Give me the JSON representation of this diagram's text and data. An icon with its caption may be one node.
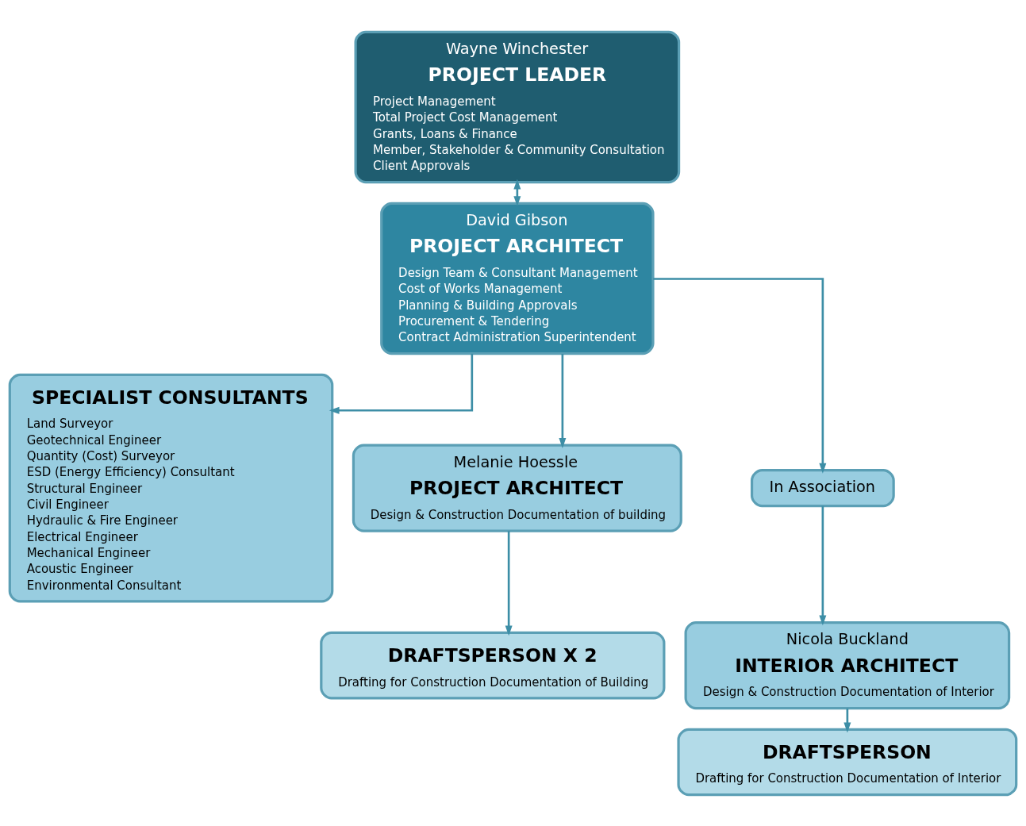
{
  "diagram": {
    "nodes": [
      {
        "text": [
          "Wayne Winchester",
          "PROJECT LEADER",
          "Project Management",
          "Total Project Cost Management",
          "Grants, Loans & Finance",
          "Member, Stakeholder & Community Consultation",
          "Client Approvals"
        ]
      },
      {
        "text": [
          "David Gibson",
          "PROJECT ARCHITECT",
          "Design Team & Consultant Management",
          "Cost of Works Management",
          "Planning & Building Approvals",
          "Procurement & Tendering",
          "Contract Administration Superintendent"
        ]
      },
      {
        "text": [
          "SPECIALIST CONSULTANTS",
          "Land Surveyor",
          "Geotechnical Engineer",
          "Quantity (Cost) Surveyor",
          "ESD (Energy Efficiency) Consultant",
          "Structural Engineer",
          "Civil Engineer",
          "Hydraulic & Fire Engineer",
          "Electrical Engineer",
          "Mechanical Engineer",
          "Acoustic Engineer",
          "Environmental Consultant"
        ]
      },
      {
        "text": [
          "Melanie Hoessle",
          "PROJECT ARCHITECT",
          "Design & Construction Documentation of building"
        ]
      },
      {
        "text": [
          "In Association"
        ]
      },
      {
        "text": [
          "Nicola Buckland",
          "INTERIOR ARCHITECT",
          "Design & Construction Documentation of Interior"
        ]
      },
      {
        "text": [
          "DRAFTSPERSON X 2",
          "Drafting for Construction Documentation of Building"
        ]
      },
      {
        "text": [
          "DRAFTSPERSON",
          "Drafting for Construction Documentation of Interior"
        ]
      }
    ],
    "edges": [
      {
        "from": 0,
        "to": 1,
        "arrow": "both"
      },
      {
        "from": 1,
        "to": 2,
        "arrow": "to"
      },
      {
        "from": 1,
        "to": 3,
        "arrow": "to"
      },
      {
        "from": 1,
        "to": 4,
        "arrow": "to"
      },
      {
        "from": 4,
        "to": 5,
        "arrow": "to"
      },
      {
        "from": 3,
        "to": 6,
        "arrow": "to"
      },
      {
        "from": 5,
        "to": 7,
        "arrow": "to"
      }
    ]
  }
}
